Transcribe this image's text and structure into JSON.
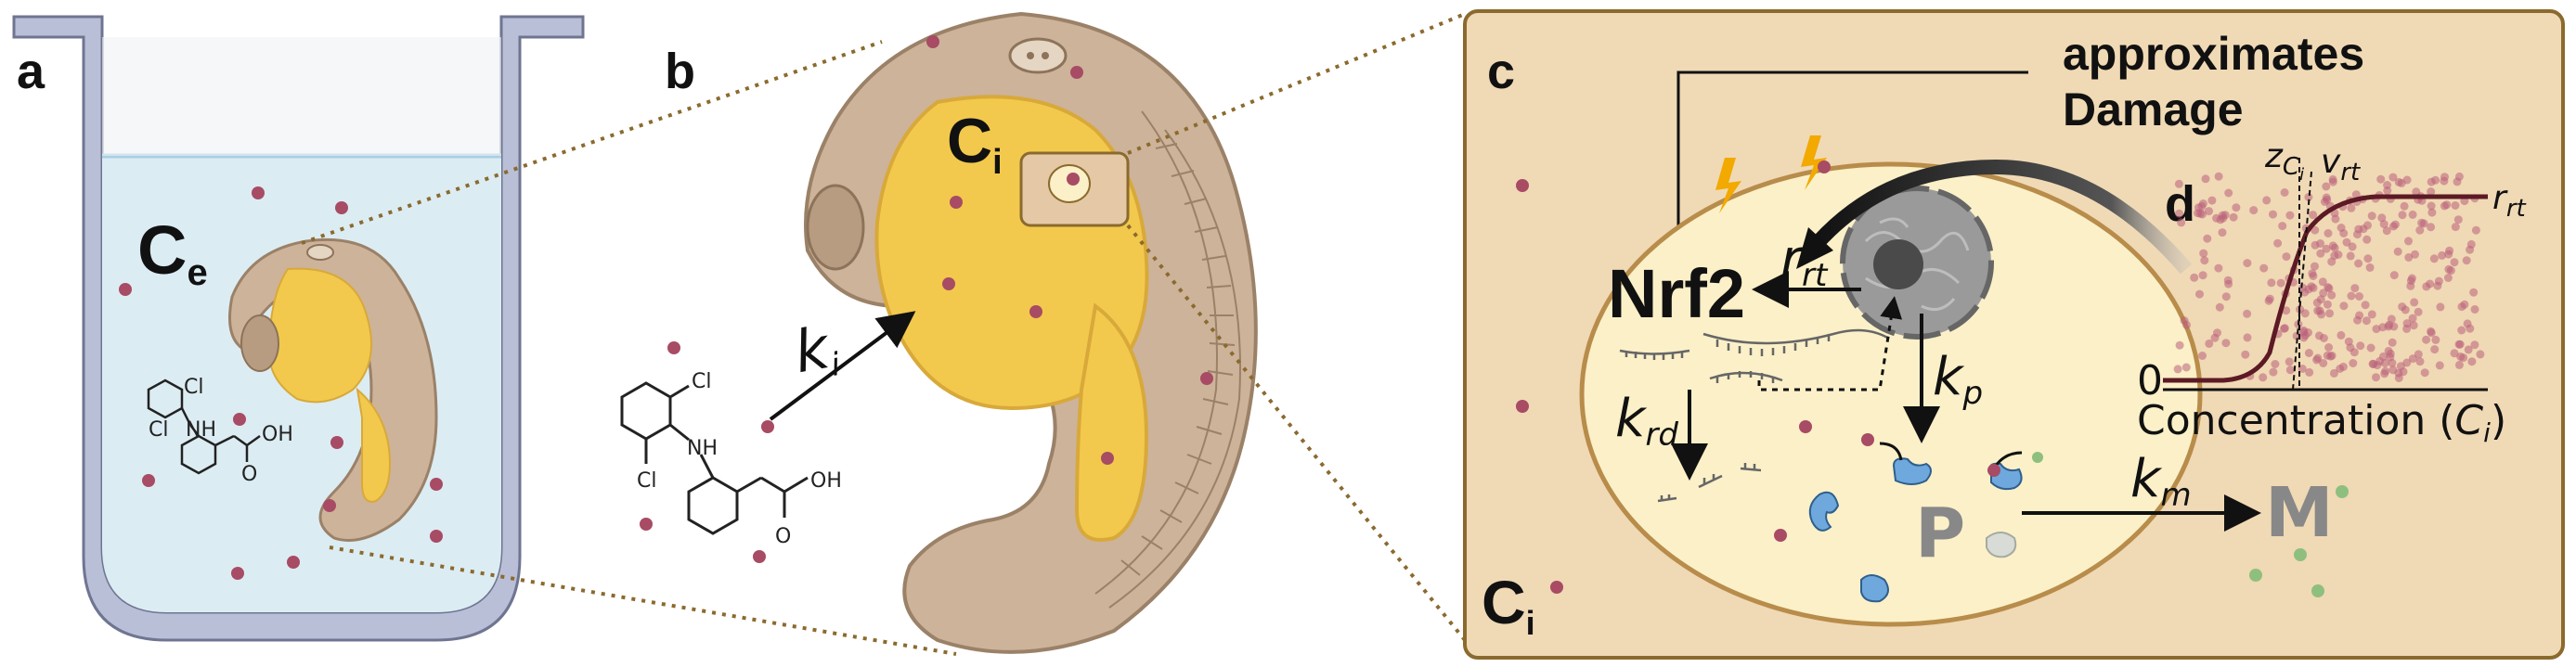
{
  "panels": {
    "a": {
      "label": "a",
      "conc_label": "C",
      "conc_sub": "e"
    },
    "b": {
      "label": "b",
      "conc_label": "C",
      "conc_sub": "i",
      "rate_label": "k",
      "rate_sub": "i"
    },
    "c": {
      "label": "c",
      "title_line1": "approximates",
      "title_line2": "Damage",
      "nrf2": "Nrf2",
      "conc_label": "C",
      "conc_sub": "i",
      "r_rt": "r",
      "r_rt_sub": "rt",
      "k_rd": "k",
      "k_rd_sub": "rd",
      "k_p": "k",
      "k_p_sub": "p",
      "k_m": "k",
      "k_m_sub": "m",
      "protein": "P",
      "metabolite": "M"
    },
    "d": {
      "label": "d",
      "z_label": "z",
      "z_sub": "C",
      "z_subsub": "i",
      "v_label": "v",
      "v_sub": "rt",
      "r_label": "r",
      "r_sub": "rt",
      "zero": "0",
      "xlabel": "Concentration (",
      "xlabel_var": "C",
      "xlabel_sub": "i",
      "xlabel_close": ")"
    }
  },
  "chem": {
    "cl1": "Cl",
    "cl2": "Cl",
    "nh": "NH",
    "oh": "OH",
    "o": "O"
  },
  "colors": {
    "particle": "#a84b64",
    "water": "#dcecf3",
    "container": "#b9bfd6",
    "yolk": "#f2c94c",
    "embryo": "#cdb39a",
    "panel_c_bg": "#f0d9b5",
    "cell_bg": "#fbf0c8",
    "curve": "#5c1a24",
    "metabolite": "#8fbf7f",
    "protein_icon": "#6ea8dc"
  },
  "icons": [
    "lightning-icon",
    "nucleus-icon",
    "dna-strand-icon",
    "protein-icon"
  ]
}
